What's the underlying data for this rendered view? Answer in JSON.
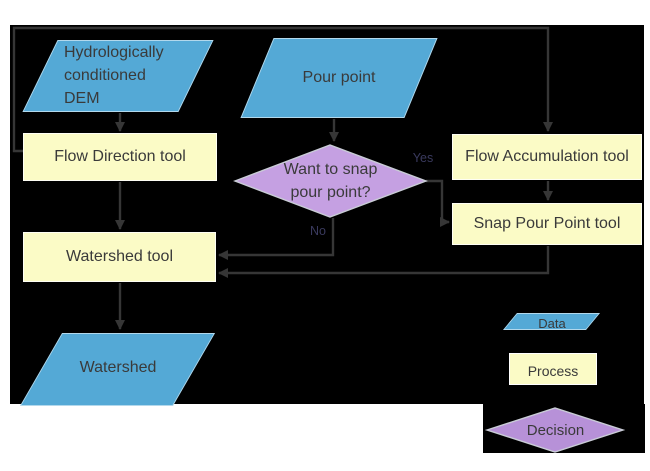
{
  "diagram": {
    "nodes": {
      "dem": {
        "lines": [
          "Hydrologically",
          "conditioned",
          "DEM"
        ]
      },
      "pour_point": {
        "label": "Pour point"
      },
      "flow_direction": {
        "label": "Flow Direction tool"
      },
      "flow_accumulation": {
        "label": "Flow Accumulation tool"
      },
      "decision_snap": {
        "lines": [
          "Want to snap",
          "pour point?"
        ]
      },
      "snap_pour_point": {
        "label": "Snap Pour Point tool"
      },
      "watershed_tool": {
        "label": "Watershed tool"
      },
      "watershed": {
        "label": "Watershed"
      }
    },
    "edge_labels": {
      "yes": "Yes",
      "no": "No"
    },
    "legend": {
      "data": "Data",
      "process": "Process",
      "decision": "Decision"
    },
    "colors": {
      "page": "#ffffff",
      "canvas": "#000000",
      "data_fill": "#54a9d6",
      "process_fill": "#fbfbc6",
      "decision_fill": "#c5a0e2",
      "decision_fill_legend": "#b791d8",
      "connector": "#363636",
      "text": "#3a3a3a",
      "branch_text": "#3a3a5e"
    }
  }
}
